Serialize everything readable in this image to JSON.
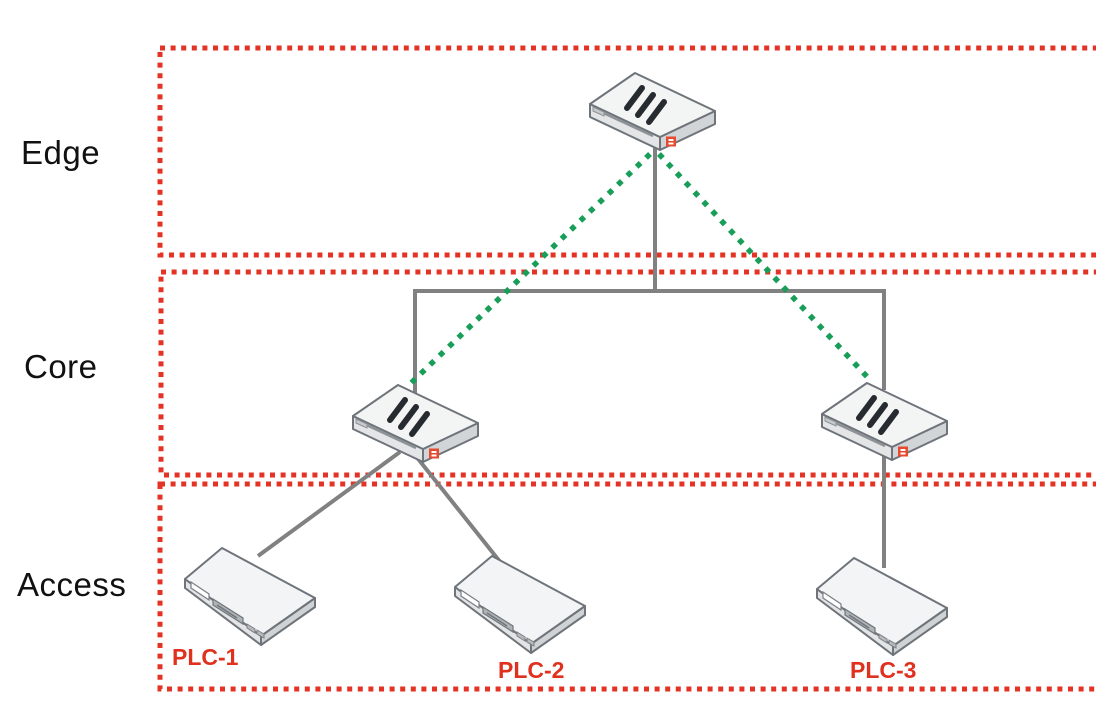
{
  "labels": {
    "tier_edge": "Edge",
    "tier_core": "Core",
    "tier_access": "Access",
    "plc1": "PLC-1",
    "plc2": "PLC-2",
    "plc3": "PLC-3"
  },
  "colors": {
    "zone_border_red": "#e43224",
    "plc_label_red": "#e0311f",
    "tier_label_black": "#111111",
    "solid_link_gray": "#818181",
    "redundant_link_green": "#189e58",
    "device_top_fill": "#f3f4f4",
    "device_outline": "#6e747a",
    "vendor_logo_red": "#e64b2f",
    "background": "#ffffff"
  },
  "topology": {
    "tiers": [
      "Edge",
      "Core",
      "Access"
    ],
    "devices": [
      {
        "id": "edge-switch",
        "icon": "switch-icon",
        "tier": "Edge"
      },
      {
        "id": "core-switch-1",
        "icon": "switch-icon",
        "tier": "Core"
      },
      {
        "id": "core-switch-2",
        "icon": "switch-icon",
        "tier": "Core"
      },
      {
        "id": "plc-1",
        "icon": "plc-device-icon",
        "tier": "Access",
        "label": "PLC-1"
      },
      {
        "id": "plc-2",
        "icon": "plc-device-icon",
        "tier": "Access",
        "label": "PLC-2"
      },
      {
        "id": "plc-3",
        "icon": "plc-device-icon",
        "tier": "Access",
        "label": "PLC-3"
      }
    ],
    "links": [
      {
        "from": "edge-switch",
        "to": "core-switch-1",
        "style": "solid-gray"
      },
      {
        "from": "edge-switch",
        "to": "core-switch-2",
        "style": "solid-gray"
      },
      {
        "from": "edge-switch",
        "to": "core-switch-1",
        "style": "dotted-green"
      },
      {
        "from": "edge-switch",
        "to": "core-switch-2",
        "style": "dotted-green"
      },
      {
        "from": "core-switch-1",
        "to": "plc-1",
        "style": "solid-gray"
      },
      {
        "from": "core-switch-1",
        "to": "plc-2",
        "style": "solid-gray"
      },
      {
        "from": "core-switch-2",
        "to": "plc-3",
        "style": "solid-gray"
      }
    ]
  }
}
